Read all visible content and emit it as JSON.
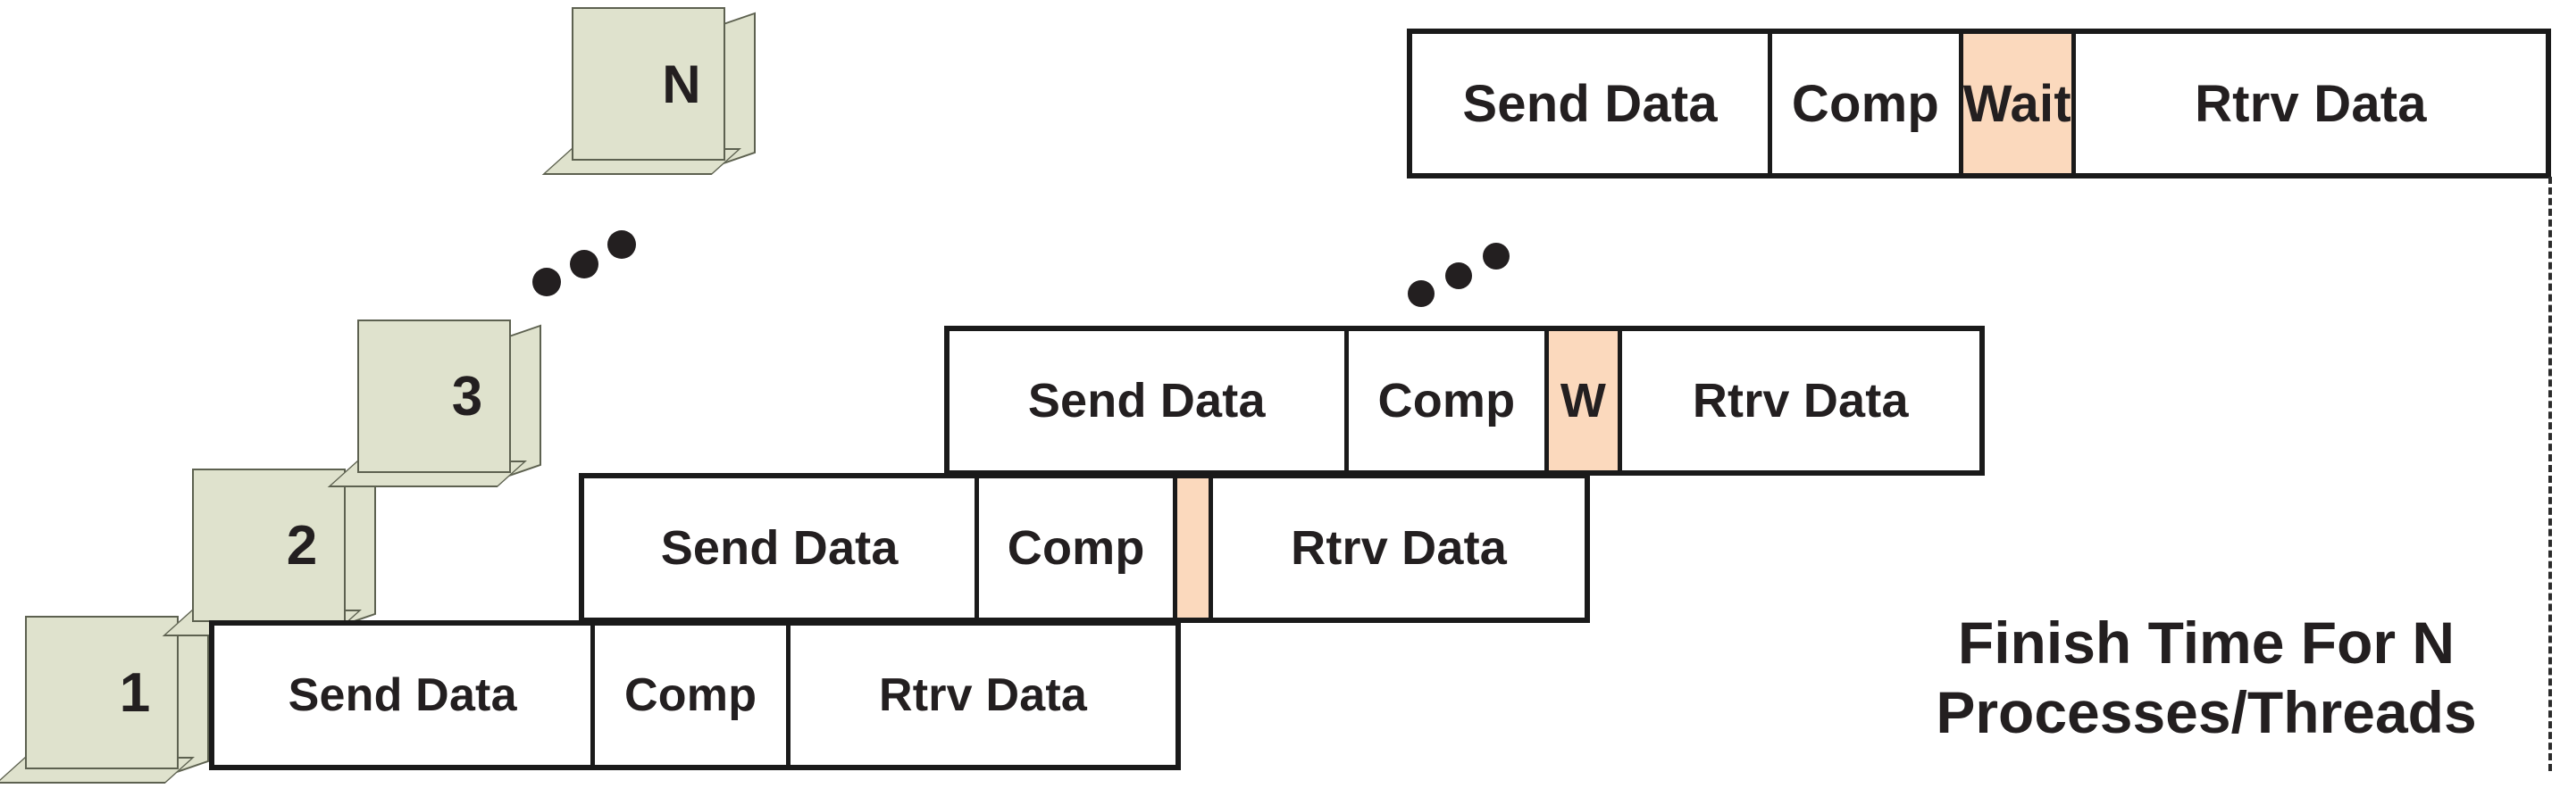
{
  "diagram": {
    "title": "Parallel Process/Thread Timeline Diagram",
    "colors": {
      "wait_fill": "#fbd9bd",
      "cube_fill": "#dfe2cd",
      "cube_stroke": "#5d6150",
      "line": "#1a1a1a",
      "text": "#231f20",
      "background": "#ffffff"
    }
  },
  "cubes": [
    {
      "label": "1"
    },
    {
      "label": "2"
    },
    {
      "label": "3"
    },
    {
      "label": "N"
    }
  ],
  "ellipsis": {
    "left_dots_count": 3,
    "right_dots_count": 3
  },
  "rows": [
    {
      "id": "row-N",
      "process": "N",
      "segments": [
        {
          "label": "Send Data",
          "kind": "send",
          "flex": 420
        },
        {
          "label": "Comp",
          "kind": "comp",
          "flex": 220
        },
        {
          "label": "Wait",
          "kind": "wait",
          "flex": 85
        },
        {
          "label": "Rtrv Data",
          "kind": "rtrv",
          "flex": 555
        }
      ]
    },
    {
      "id": "row-3",
      "process": "3",
      "segments": [
        {
          "label": "Send Data",
          "kind": "send",
          "flex": 452
        },
        {
          "label": "Comp",
          "kind": "comp",
          "flex": 225
        },
        {
          "label": "W",
          "kind": "wait",
          "flex": 78
        },
        {
          "label": "Rtrv Data",
          "kind": "rtrv",
          "flex": 410
        }
      ]
    },
    {
      "id": "row-2",
      "process": "2",
      "segments": [
        {
          "label": "Send Data",
          "kind": "send",
          "flex": 448
        },
        {
          "label": "Comp",
          "kind": "comp",
          "flex": 222
        },
        {
          "label": "",
          "kind": "wait",
          "flex": 36
        },
        {
          "label": "Rtrv Data",
          "kind": "rtrv",
          "flex": 426
        }
      ]
    },
    {
      "id": "row-1",
      "process": "1",
      "segments": [
        {
          "label": "Send Data",
          "kind": "send",
          "flex": 430
        },
        {
          "label": "Comp",
          "kind": "comp",
          "flex": 218
        },
        {
          "label": "Rtrv Data",
          "kind": "rtrv",
          "flex": 440
        }
      ]
    }
  ],
  "caption": {
    "line1": "Finish Time For N",
    "line2": "Processes/Threads"
  }
}
